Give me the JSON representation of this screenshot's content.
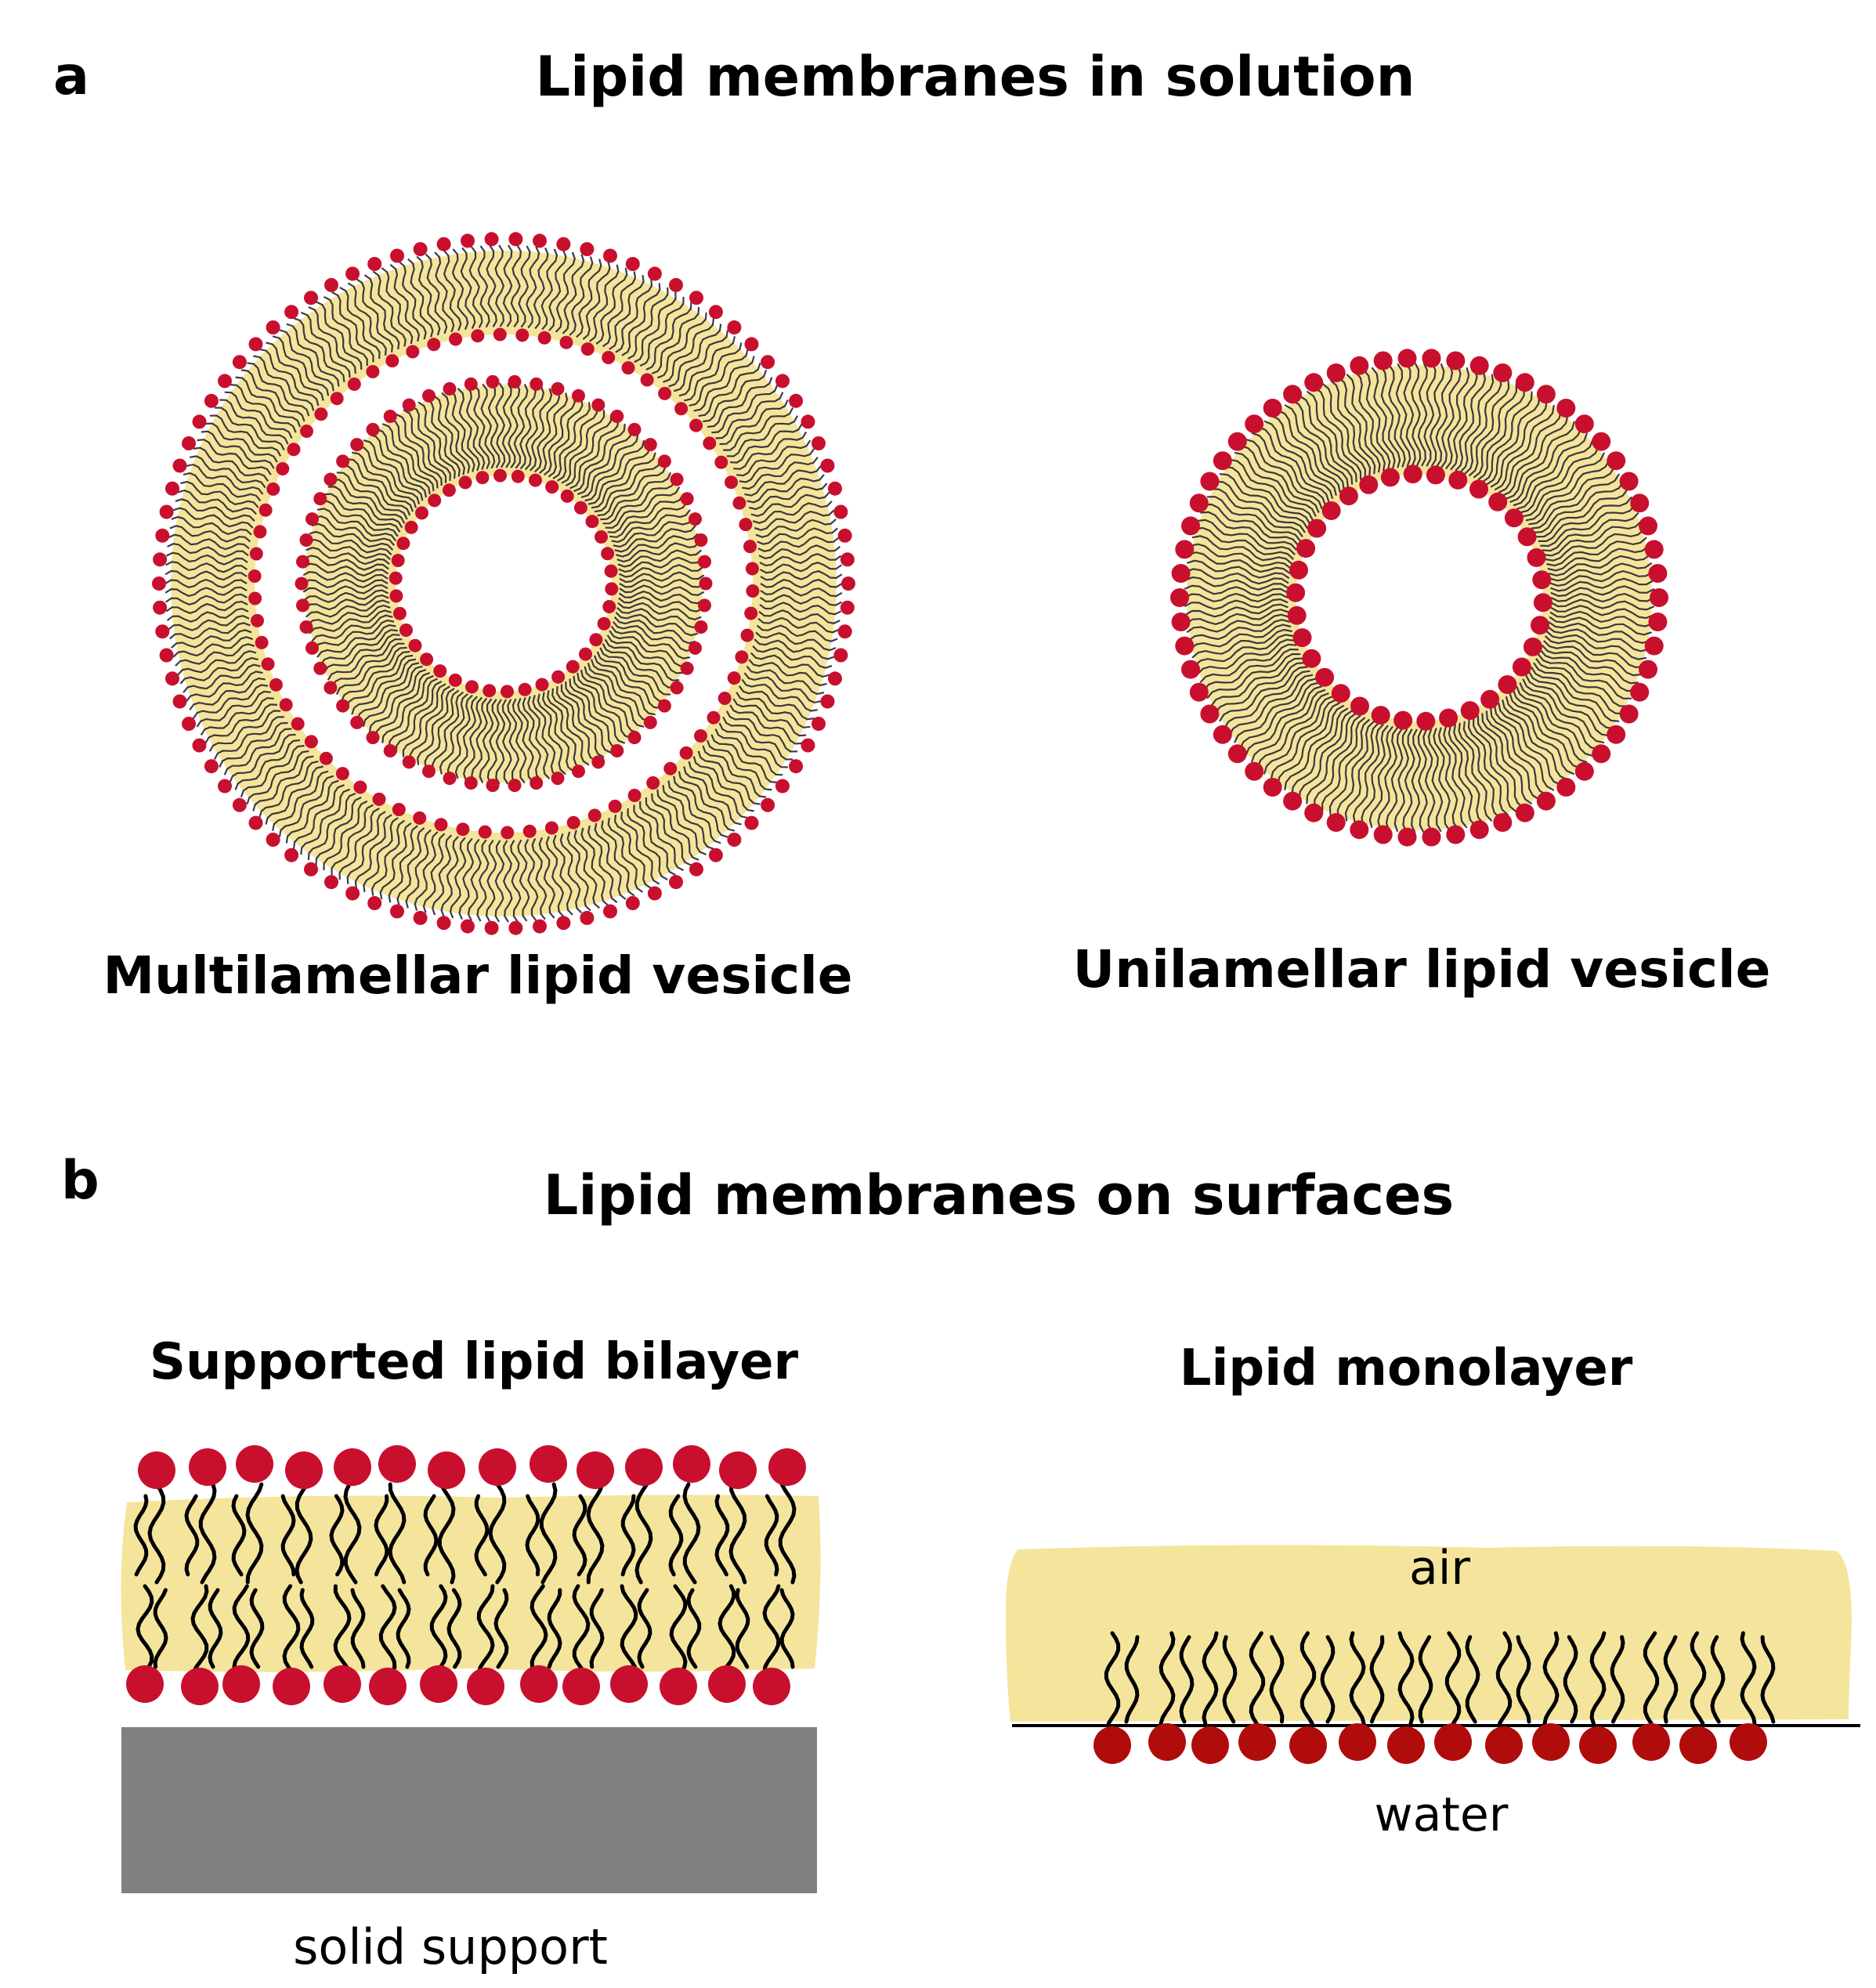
{
  "panel_a": {
    "letter": "a",
    "title": "Lipid membranes in solution",
    "multilamellar_label": "Multilamellar lipid vesicle",
    "unilamellar_label": "Unilamellar lipid vesicle"
  },
  "panel_b": {
    "letter": "b",
    "title": "Lipid membranes on surfaces",
    "bilayer_title": "Supported lipid bilayer",
    "monolayer_title": "Lipid monolayer",
    "solid_support_label": "solid support",
    "air_label": "air",
    "water_label": "water"
  },
  "colors": {
    "head_group": "#c8102e",
    "monolayer_head": "#b00c0c",
    "tail_region": "#f5e59c",
    "tail": "#1a1a2e",
    "support": "#808080",
    "interface_line": "#000000"
  }
}
